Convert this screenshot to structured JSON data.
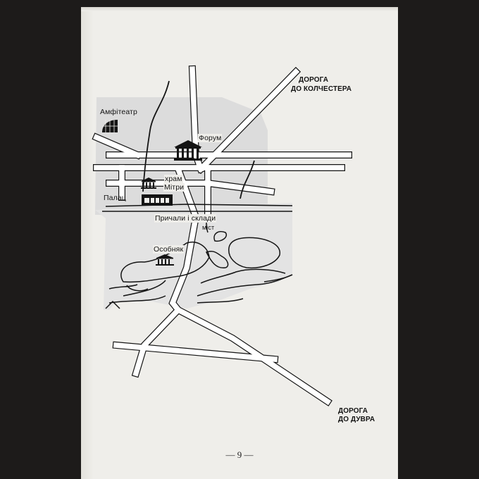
{
  "map": {
    "labels": {
      "amphitheatre": "Амфітеатр",
      "forum": "Форум",
      "temple_line1": "храм",
      "temple_line2": "Мітри",
      "palace": "Палац",
      "wharves": "Причали і склади",
      "bridge": "міст",
      "mansion": "Особняк",
      "road_colchester_line1": "ДОРОГА",
      "road_colchester_line2": "ДО КОЛЧЕСТЕРА",
      "road_dover_line1": "ДОРОГА",
      "road_dover_line2": "ДО ДУВРА"
    },
    "colors": {
      "paper": "#efeeea",
      "city_area": "#dcdcdc",
      "roads": "#ffffff",
      "ink": "#141414"
    }
  },
  "page_number": "— 9 —"
}
